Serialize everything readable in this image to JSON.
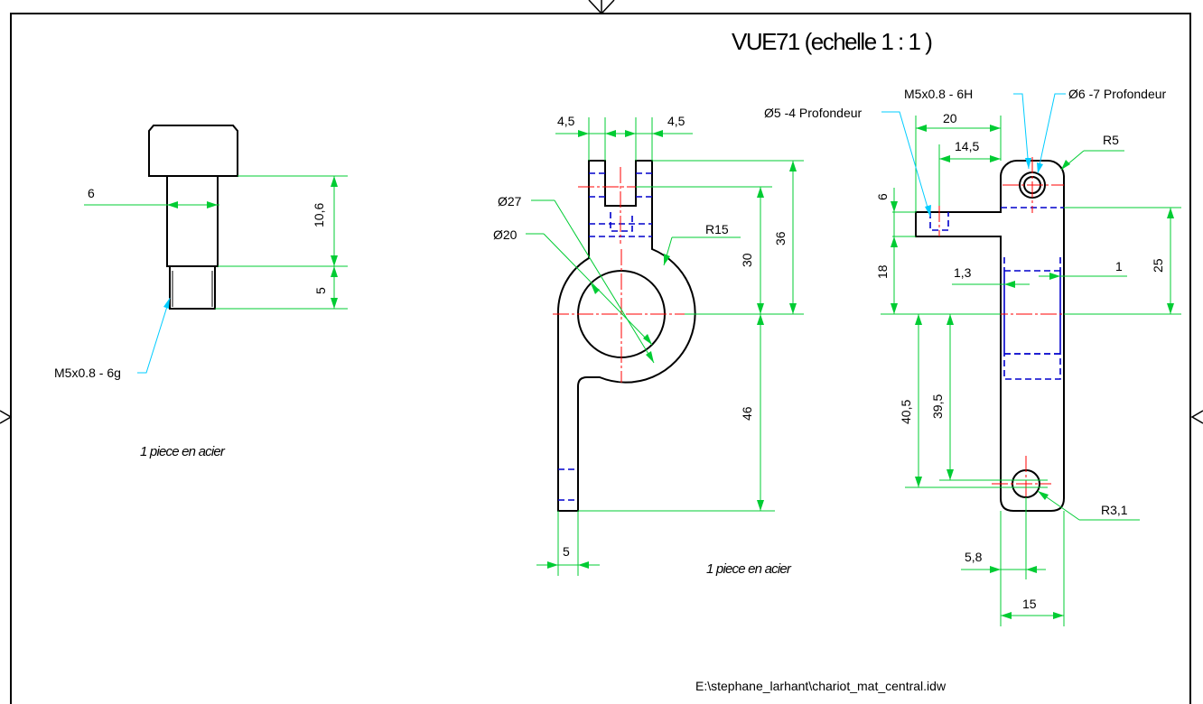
{
  "title": "VUE71 (echelle 1 : 1 )",
  "file_path": "E:\\stephane_larhant\\chariot_mat_central.idw",
  "notes": {
    "left": "1 piece en acier",
    "center": "1 piece en acier"
  },
  "screw": {
    "dims": {
      "d6": "6",
      "d10_6": "10,6",
      "d5": "5"
    },
    "thread": "M5x0.8 - 6g"
  },
  "front": {
    "dims": {
      "d4_5_left": "4,5",
      "d4_5_right": "4,5",
      "dia27": "Ø27",
      "dia20": "Ø20",
      "r15": "R15",
      "d36": "36",
      "d30": "30",
      "d46": "46",
      "d5": "5"
    }
  },
  "side": {
    "dims": {
      "d20": "20",
      "d14_5": "14,5",
      "d6": "6",
      "d18": "18",
      "d1_3": "1,3",
      "d1": "1",
      "d25": "25",
      "d40_5": "40,5",
      "d39_5": "39,5",
      "r5": "R5",
      "r3_1": "R3,1",
      "d5_8": "5,8",
      "d15": "15"
    },
    "callouts": {
      "hole5": "Ø5 -4 Profondeur",
      "thread": "M5x0.8 - 6H",
      "hole6": "Ø6 -7 Profondeur"
    }
  },
  "colors": {
    "outline": "#000000",
    "hidden": "#0000cc",
    "center": "#ff0000",
    "dimension": "#00cc33",
    "leader": "#00ccff"
  }
}
